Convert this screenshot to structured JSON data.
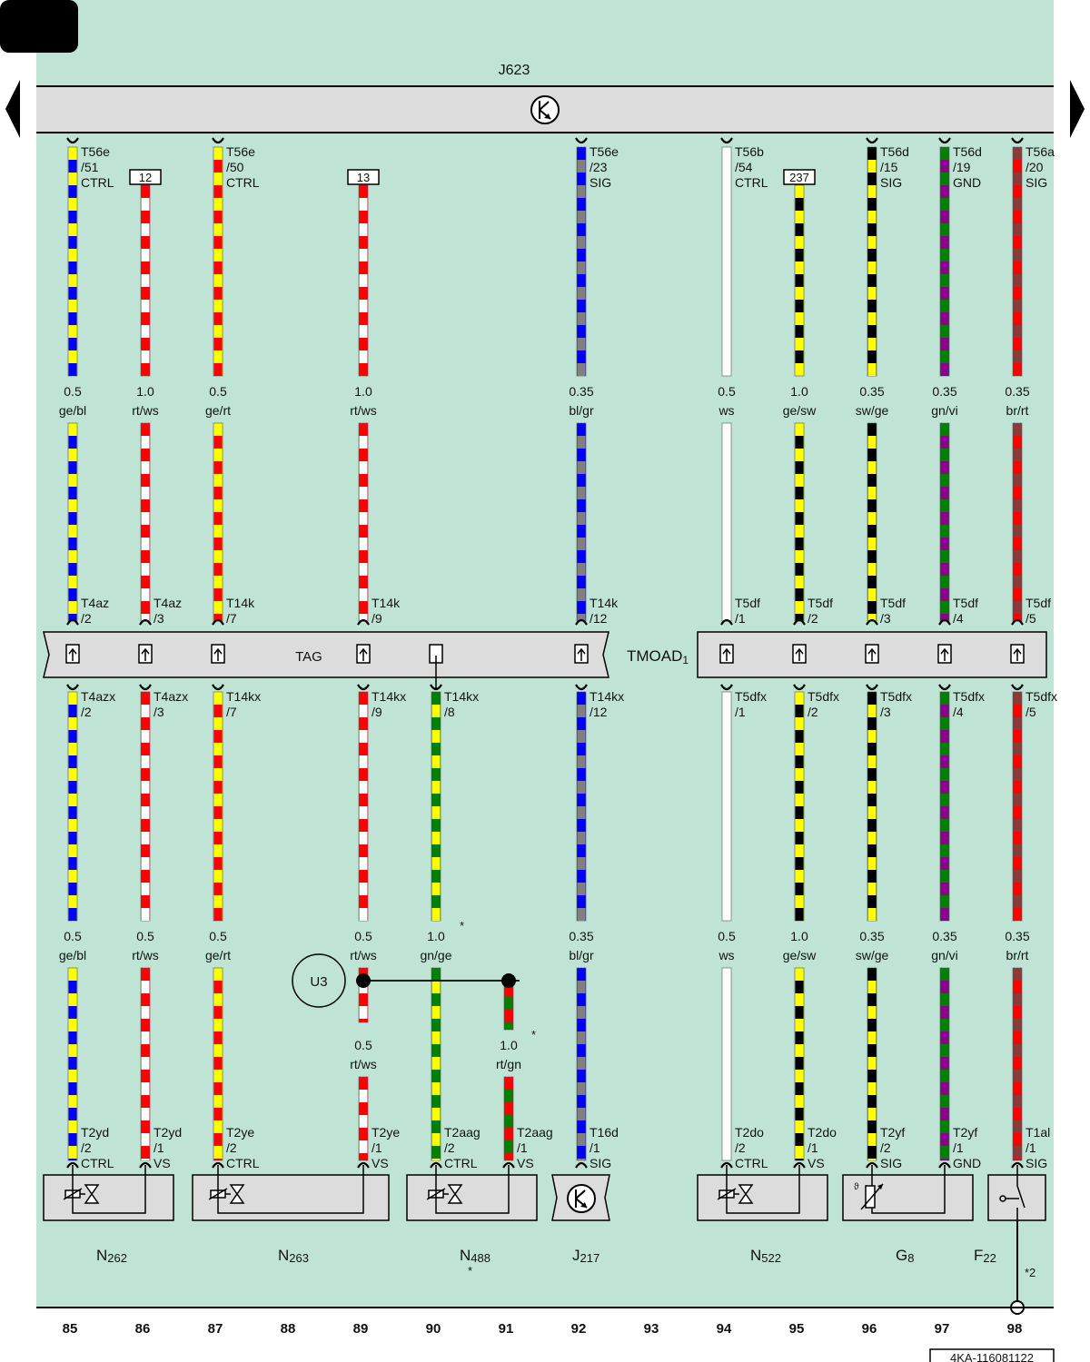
{
  "page": {
    "doc_id": "4KA-116081122",
    "colors": {
      "background": "#bfe4d6",
      "bar": "#dcdcdc",
      "tab": "#000000"
    }
  },
  "control_unit": {
    "label": "J623"
  },
  "connectors": {
    "left_label": "TAG",
    "right_label": "TMOAD",
    "right_sub": "1"
  },
  "color_map": {
    "ge": "#ffff00",
    "bl": "#0000ff",
    "rt": "#ff0000",
    "ws": "#ffffff",
    "gr": "#808080",
    "sw": "#000000",
    "gn": "#008000",
    "vi": "#8b008b",
    "br": "#8b3a3a"
  },
  "columns": [
    {
      "num": "85",
      "top": [
        "T56e",
        "/51",
        "CTRL"
      ],
      "up": [
        "0.5",
        "ge/bl"
      ],
      "mid_top": [
        "T4az",
        "/2"
      ],
      "mid_bot": [
        "T4azx",
        "/2"
      ],
      "low": [
        "0.5",
        "ge/bl"
      ],
      "bot": [
        "T2yd",
        "/2",
        "CTRL"
      ],
      "colors": "ge/bl"
    },
    {
      "num": "86",
      "box": "12",
      "up": [
        "1.0",
        "rt/ws"
      ],
      "mid_top": [
        "T4az",
        "/3"
      ],
      "mid_bot": [
        "T4azx",
        "/3"
      ],
      "low": [
        "0.5",
        "rt/ws"
      ],
      "bot": [
        "T2yd",
        "/1",
        "VS"
      ],
      "colors": "rt/ws"
    },
    {
      "num": "87",
      "top": [
        "T56e",
        "/50",
        "CTRL"
      ],
      "up": [
        "0.5",
        "ge/rt"
      ],
      "mid_top": [
        "T14k",
        "/7"
      ],
      "mid_bot": [
        "T14kx",
        "/7"
      ],
      "low": [
        "0.5",
        "ge/rt"
      ],
      "bot": [
        "T2ye",
        "/2",
        "CTRL"
      ],
      "colors": "ge/rt"
    },
    {
      "num": "88"
    },
    {
      "num": "89",
      "box": "13",
      "up": [
        "1.0",
        "rt/ws"
      ],
      "mid_top": [
        "T14k",
        "/9"
      ],
      "mid_bot": [
        "T14kx",
        "/9"
      ],
      "low": [
        "0.5",
        "rt/ws"
      ],
      "low2": [
        "0.5",
        "rt/ws"
      ],
      "bot": [
        "T2ye",
        "/1",
        "VS"
      ],
      "colors": "rt/ws"
    },
    {
      "num": "90",
      "mid_bot": [
        "T14kx",
        "/8"
      ],
      "low": [
        "1.0",
        "gn/ge"
      ],
      "bot": [
        "T2aag",
        "/2",
        "CTRL"
      ],
      "colors": "gn/ge"
    },
    {
      "num": "91",
      "low2": [
        "1.0",
        "rt/gn"
      ],
      "bot": [
        "T2aag",
        "/1",
        "VS"
      ],
      "colors": "rt/gn"
    },
    {
      "num": "92",
      "top": [
        "T56e",
        "/23",
        "SIG"
      ],
      "up": [
        "0.35",
        "bl/gr"
      ],
      "mid_top": [
        "T14k",
        "/12"
      ],
      "mid_bot": [
        "T14kx",
        "/12"
      ],
      "low": [
        "0.35",
        "bl/gr"
      ],
      "bot": [
        "T16d",
        "/1",
        "SIG"
      ],
      "colors": "bl/gr"
    },
    {
      "num": "93"
    },
    {
      "num": "94",
      "top": [
        "T56b",
        "/54",
        "CTRL"
      ],
      "up": [
        "0.5",
        "ws"
      ],
      "mid_top": [
        "T5df",
        "/1"
      ],
      "mid_bot": [
        "T5dfx",
        "/1"
      ],
      "low": [
        "0.5",
        "ws"
      ],
      "bot": [
        "T2do",
        "/2",
        "CTRL"
      ],
      "colors": "ws"
    },
    {
      "num": "95",
      "box": "237",
      "up": [
        "1.0",
        "ge/sw"
      ],
      "mid_top": [
        "T5df",
        "/2"
      ],
      "mid_bot": [
        "T5dfx",
        "/2"
      ],
      "low": [
        "1.0",
        "ge/sw"
      ],
      "bot": [
        "T2do",
        "/1",
        "VS"
      ],
      "colors": "ge/sw"
    },
    {
      "num": "96",
      "top": [
        "T56d",
        "/15",
        "SIG"
      ],
      "up": [
        "0.35",
        "sw/ge"
      ],
      "mid_top": [
        "T5df",
        "/3"
      ],
      "mid_bot": [
        "T5dfx",
        "/3"
      ],
      "low": [
        "0.35",
        "sw/ge"
      ],
      "bot": [
        "T2yf",
        "/2",
        "SIG"
      ],
      "colors": "sw/ge"
    },
    {
      "num": "97",
      "top": [
        "T56d",
        "/19",
        "GND"
      ],
      "up": [
        "0.35",
        "gn/vi"
      ],
      "mid_top": [
        "T5df",
        "/4"
      ],
      "mid_bot": [
        "T5dfx",
        "/4"
      ],
      "low": [
        "0.35",
        "gn/vi"
      ],
      "bot": [
        "T2yf",
        "/1",
        "GND"
      ],
      "colors": "gn/vi"
    },
    {
      "num": "98",
      "top": [
        "T56a",
        "/20",
        "SIG"
      ],
      "up": [
        "0.35",
        "br/rt"
      ],
      "mid_top": [
        "T5df",
        "/5"
      ],
      "mid_bot": [
        "T5dfx",
        "/5"
      ],
      "low": [
        "0.35",
        "br/rt"
      ],
      "bot": [
        "T1al",
        "/1",
        "SIG"
      ],
      "colors": "br/rt"
    }
  ],
  "components": [
    {
      "id": "N262",
      "main": "N",
      "sub": "262",
      "icon": "solenoid-valve-icon"
    },
    {
      "id": "N263",
      "main": "N",
      "sub": "263",
      "icon": "solenoid-valve-icon"
    },
    {
      "id": "N488",
      "main": "N",
      "sub": "488",
      "icon": "solenoid-valve-icon",
      "note": "*"
    },
    {
      "id": "J217",
      "main": "J",
      "sub": "217",
      "icon": "control-unit-icon"
    },
    {
      "id": "N522",
      "main": "N",
      "sub": "522",
      "icon": "solenoid-valve-icon"
    },
    {
      "id": "G8",
      "main": "G",
      "sub": "8",
      "icon": "temperature-sensor-icon"
    },
    {
      "id": "F22",
      "main": "F",
      "sub": "22",
      "icon": "pressure-switch-icon"
    }
  ],
  "splice": {
    "label": "U3"
  },
  "notes": {
    "star": "*",
    "star2": "*2"
  }
}
